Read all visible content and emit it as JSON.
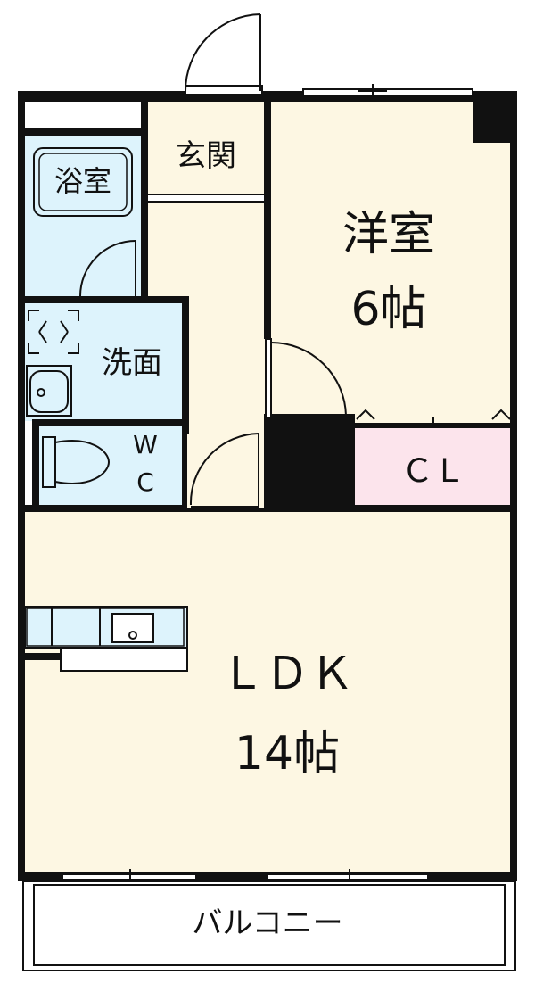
{
  "rooms": {
    "genkan": "玄関",
    "bath": "浴室",
    "washroom": "洗面",
    "wc": [
      "W",
      "C"
    ],
    "western": {
      "name": "洋室",
      "size": "6帖"
    },
    "closet": "ＣＬ",
    "ldk": {
      "name": "ＬＤＫ",
      "size": "14帖"
    },
    "balcony": "バルコニー"
  },
  "colors": {
    "wall": "#111111",
    "floor": "#fdf7e3",
    "wet": "#ddf3fc",
    "closet": "#fce4ec"
  }
}
